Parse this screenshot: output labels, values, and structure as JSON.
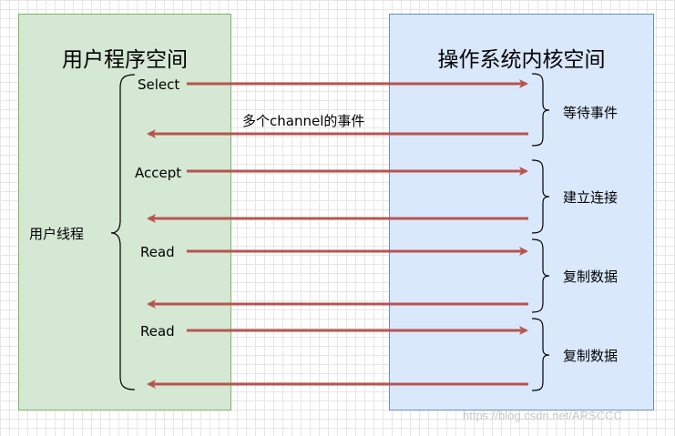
{
  "user_space": {
    "title": "用户程序空间",
    "thread_label": "用户线程"
  },
  "kernel_space": {
    "title": "操作系统内核空间"
  },
  "operations": [
    {
      "request": "Select",
      "kernel_label": "等待事件",
      "return_note": "多个channel的事件"
    },
    {
      "request": "Accept",
      "kernel_label": "建立连接",
      "return_note": ""
    },
    {
      "request": "Read",
      "kernel_label": "复制数据",
      "return_note": ""
    },
    {
      "request": "Read",
      "kernel_label": "复制数据",
      "return_note": ""
    }
  ],
  "watermark": "https://blog.csdn.net/ARSCCC",
  "colors": {
    "arrow": "#b85450",
    "user_fill": "#d5e8d4",
    "user_border": "#82b366",
    "kernel_fill": "#dae8fc",
    "kernel_border": "#6c8ebf"
  }
}
